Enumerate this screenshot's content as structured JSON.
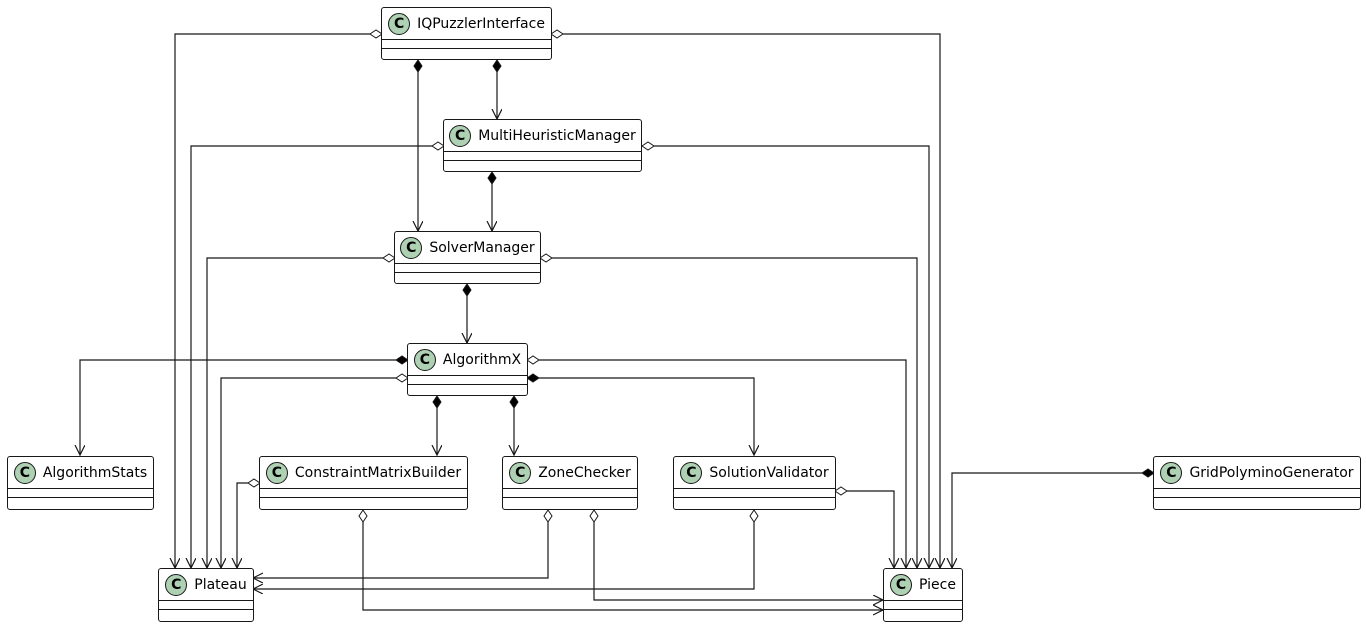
{
  "diagram": {
    "type": "uml-class-diagram",
    "class_stereotype_letter": "C",
    "colors": {
      "line": "#181818",
      "class_badge": "#add1b2",
      "background": "#ffffff",
      "box": "#ffffff"
    },
    "classes": {
      "iqpuzzlerinterface": "IQPuzzlerInterface",
      "multiheuristicmanager": "MultiHeuristicManager",
      "solvermanager": "SolverManager",
      "algorithmx": "AlgorithmX",
      "algorithmstats": "AlgorithmStats",
      "constraintmatrixbuilder": "ConstraintMatrixBuilder",
      "zonechecker": "ZoneChecker",
      "solutionvalidator": "SolutionValidator",
      "gridpolyminogenerator": "GridPolyminoGenerator",
      "plateau": "Plateau",
      "piece": "Piece"
    },
    "relationships": [
      {
        "from": "IQPuzzlerInterface",
        "to": "Plateau",
        "kind": "aggregation"
      },
      {
        "from": "IQPuzzlerInterface",
        "to": "Piece",
        "kind": "aggregation"
      },
      {
        "from": "IQPuzzlerInterface",
        "to": "MultiHeuristicManager",
        "kind": "composition"
      },
      {
        "from": "IQPuzzlerInterface",
        "to": "SolverManager",
        "kind": "composition"
      },
      {
        "from": "MultiHeuristicManager",
        "to": "Plateau",
        "kind": "aggregation"
      },
      {
        "from": "MultiHeuristicManager",
        "to": "Piece",
        "kind": "aggregation"
      },
      {
        "from": "MultiHeuristicManager",
        "to": "SolverManager",
        "kind": "composition"
      },
      {
        "from": "SolverManager",
        "to": "Plateau",
        "kind": "aggregation"
      },
      {
        "from": "SolverManager",
        "to": "Piece",
        "kind": "aggregation"
      },
      {
        "from": "SolverManager",
        "to": "AlgorithmX",
        "kind": "composition"
      },
      {
        "from": "AlgorithmX",
        "to": "AlgorithmStats",
        "kind": "composition"
      },
      {
        "from": "AlgorithmX",
        "to": "Plateau",
        "kind": "aggregation"
      },
      {
        "from": "AlgorithmX",
        "to": "Piece",
        "kind": "aggregation"
      },
      {
        "from": "AlgorithmX",
        "to": "ConstraintMatrixBuilder",
        "kind": "composition"
      },
      {
        "from": "AlgorithmX",
        "to": "ZoneChecker",
        "kind": "composition"
      },
      {
        "from": "AlgorithmX",
        "to": "SolutionValidator",
        "kind": "composition"
      },
      {
        "from": "ConstraintMatrixBuilder",
        "to": "Plateau",
        "kind": "aggregation"
      },
      {
        "from": "ConstraintMatrixBuilder",
        "to": "Piece",
        "kind": "aggregation"
      },
      {
        "from": "ZoneChecker",
        "to": "Plateau",
        "kind": "aggregation"
      },
      {
        "from": "ZoneChecker",
        "to": "Piece",
        "kind": "aggregation"
      },
      {
        "from": "SolutionValidator",
        "to": "Plateau",
        "kind": "aggregation"
      },
      {
        "from": "SolutionValidator",
        "to": "Piece",
        "kind": "aggregation"
      },
      {
        "from": "GridPolyminoGenerator",
        "to": "Piece",
        "kind": "composition"
      }
    ]
  }
}
